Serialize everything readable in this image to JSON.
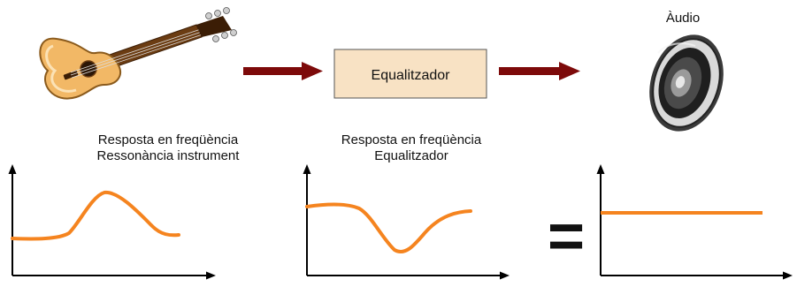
{
  "audio_label": "Àudio",
  "equalizer_box": {
    "label": "Equalitzador",
    "fill": "#f8e2c4"
  },
  "captions": {
    "instrument": {
      "line1": "Resposta en freqüència",
      "line2": "Ressonància instrument"
    },
    "equalizer": {
      "line1": "Resposta en freqüència",
      "line2": "Equalitzador"
    }
  },
  "equals_sign": "=",
  "colors": {
    "arrow": "#7d0a0a",
    "curve": "#f5841f",
    "axis": "#000000"
  },
  "icons": [
    "guitar-icon",
    "speaker-icon"
  ]
}
